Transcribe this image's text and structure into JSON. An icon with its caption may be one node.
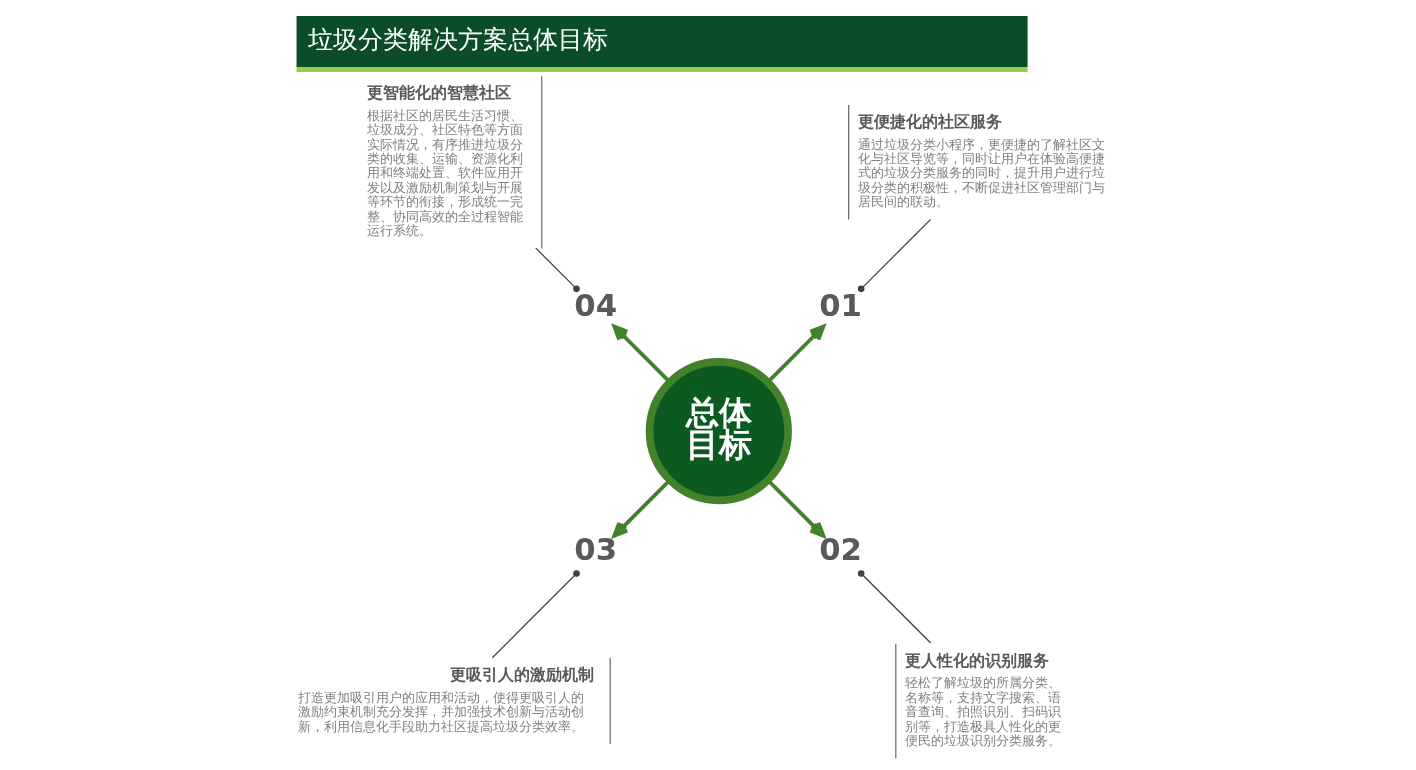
{
  "diagram": {
    "title": "垃圾分类解决方案总体目标",
    "nodes": [
      {
        "text": [
          "总体目标"
        ]
      },
      {
        "text": [
          "01"
        ]
      },
      {
        "text": [
          "更便捷化的社区服务",
          "通过垃圾分类小程序，更便捷的了解社区文化与社区导览等，同时让用户在体验高便捷式的垃圾分类服务的同时，提升用户进行垃圾分类的积极性，不断促进社区管理部门与居民间的联动。"
        ]
      },
      {
        "text": [
          "02"
        ]
      },
      {
        "text": [
          "更人性化的识别服务",
          "轻松了解垃圾的所属分类、名称等，支持文字搜索、语音查询、拍照识别、扫码识别等，打造极具人性化的更便民的垃圾识别分类服务。"
        ]
      },
      {
        "text": [
          "03"
        ]
      },
      {
        "text": [
          "更吸引人的激励机制",
          "打造更加吸引用户的应用和活动，使得更吸引人的激励约束机制充分发挥，并加强技术创新与活动创新，利用信息化手段助力社区提高垃圾分类效率。"
        ]
      },
      {
        "text": [
          "04"
        ]
      },
      {
        "text": [
          "更智能化的智慧社区",
          "根据社区的居民生活习惯、垃圾成分、社区特色等方面实际情况，有序推进垃圾分类的收集、运输、资源化利用和终端处置、软件应用开发以及激励机制策划与开展等环节的衔接，形成统一完整、协同高效的全过程智能运行系统。"
        ]
      }
    ],
    "edges": [
      {
        "from": 0,
        "to": 1,
        "arrow": "to",
        "style": "thick",
        "color": "#43822a"
      },
      {
        "from": 0,
        "to": 3,
        "arrow": "to",
        "style": "thick",
        "color": "#43822a"
      },
      {
        "from": 0,
        "to": 5,
        "arrow": "to",
        "style": "thick",
        "color": "#43822a"
      },
      {
        "from": 0,
        "to": 7,
        "arrow": "to",
        "style": "thick",
        "color": "#43822a"
      },
      {
        "from": 1,
        "to": 2,
        "arrow": "other"
      },
      {
        "from": 3,
        "to": 4,
        "arrow": "other"
      },
      {
        "from": 5,
        "to": 6,
        "arrow": "other"
      },
      {
        "from": 7,
        "to": 8,
        "arrow": "other"
      }
    ]
  }
}
